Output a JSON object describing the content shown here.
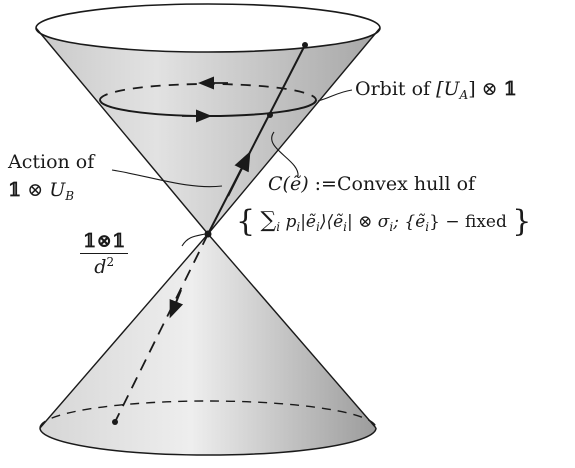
{
  "labels": {
    "orbit": {
      "text": "Orbit of ",
      "math": "[U",
      "sub": "A",
      "close": "] ⊗ ",
      "unit": "𝟙"
    },
    "action": {
      "line1": "Action of",
      "line2_unit": "𝟙",
      "line2_op": " ⊗ ",
      "line2_op2": "U",
      "line2_sub": "B"
    },
    "convex": {
      "line1_math": "C(ẽ)",
      "line1_text": " :=Convex hull of",
      "line2_open": "{",
      "line2_sum": "∑",
      "line2_sum_sub": "i",
      "line2_body": " p",
      "line2_body_sub": "i",
      "line2_ket": "|ẽ",
      "line2_ket_sub": "i",
      "line2_braket": "⟩⟨ẽ",
      "line2_bra_sub": "i",
      "line2_tail": "| ⊗ σ",
      "line2_tail_sub": "i",
      "line2_set": "; {ẽ",
      "line2_set_sub": "i",
      "line2_fixed": "} − fixed",
      "line2_close": "}"
    },
    "center": {
      "num": "𝟙⊗𝟙",
      "den": "d",
      "den_sup": "2"
    }
  },
  "colors": {
    "cone_light": "#f4f4f4",
    "cone_dark": "#9a9a9a",
    "line": "#1a1a1a"
  }
}
